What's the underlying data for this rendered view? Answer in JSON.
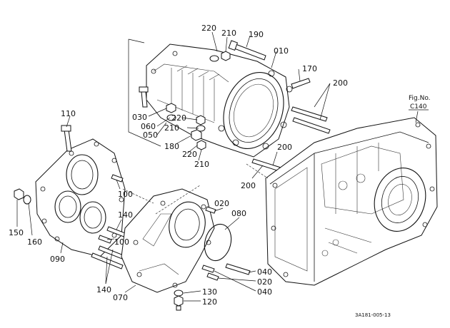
{
  "figure_ref": {
    "line1": "Fig.No.",
    "line2": "C140"
  },
  "footer_code": "3A181-005-13",
  "labels": [
    {
      "id": "l220a",
      "text": "220"
    },
    {
      "id": "l210a",
      "text": "210"
    },
    {
      "id": "l190",
      "text": "190"
    },
    {
      "id": "l010",
      "text": "010"
    },
    {
      "id": "l170",
      "text": "170"
    },
    {
      "id": "l200a",
      "text": "200"
    },
    {
      "id": "l110",
      "text": "110"
    },
    {
      "id": "l030",
      "text": "030"
    },
    {
      "id": "l060",
      "text": "060"
    },
    {
      "id": "l050",
      "text": "050"
    },
    {
      "id": "l220b",
      "text": "220"
    },
    {
      "id": "l210b",
      "text": "210"
    },
    {
      "id": "l180",
      "text": "180"
    },
    {
      "id": "l220c",
      "text": "220"
    },
    {
      "id": "l210c",
      "text": "210"
    },
    {
      "id": "l200b",
      "text": "200"
    },
    {
      "id": "l200c",
      "text": "200"
    },
    {
      "id": "l100a",
      "text": "100"
    },
    {
      "id": "l020a",
      "text": "020"
    },
    {
      "id": "l080",
      "text": "080"
    },
    {
      "id": "l140a",
      "text": "140"
    },
    {
      "id": "l100b",
      "text": "100"
    },
    {
      "id": "l150",
      "text": "150"
    },
    {
      "id": "l160",
      "text": "160"
    },
    {
      "id": "l090",
      "text": "090"
    },
    {
      "id": "l140b",
      "text": "140"
    },
    {
      "id": "l070",
      "text": "070"
    },
    {
      "id": "l040a",
      "text": "040"
    },
    {
      "id": "l020b",
      "text": "020"
    },
    {
      "id": "l040b",
      "text": "040"
    },
    {
      "id": "l130",
      "text": "130"
    },
    {
      "id": "l120",
      "text": "120"
    }
  ]
}
